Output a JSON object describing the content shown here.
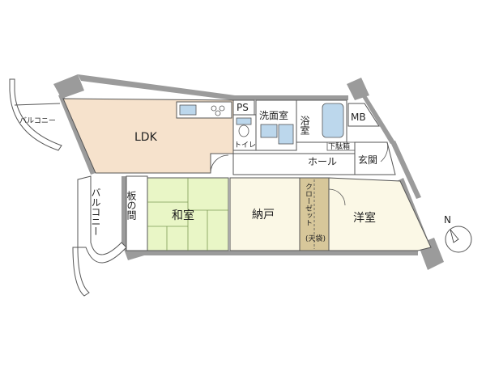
{
  "rooms": {
    "ldk": "LDK",
    "washroom": "洗面室",
    "bath": "浴室",
    "ps": "PS",
    "mb": "MB",
    "toilet": "トイレ",
    "shoe_box": "下駄箱",
    "hall": "ホール",
    "entrance": "玄関",
    "washitsu": "和室",
    "nando": "納戸",
    "yoshitsu": "洋室",
    "closet": "クローゼット",
    "closet_note": "(天袋)",
    "itanoma": "板の間",
    "balcony_upper": "バルコニー",
    "balcony_lower": "バルコニー"
  },
  "compass": {
    "label": "N"
  },
  "colors": {
    "ldk_floor": "#f6e2cc",
    "bedroom_floor": "#fbf8e6",
    "tatami_floor": "#e9f6c6",
    "closet_floor": "#d7c79a",
    "wet_floor": "#ffffff",
    "wall": "#9b9b9b",
    "wall_dark": "#777777",
    "fixture": "#bcd7ec",
    "line": "#555555"
  }
}
